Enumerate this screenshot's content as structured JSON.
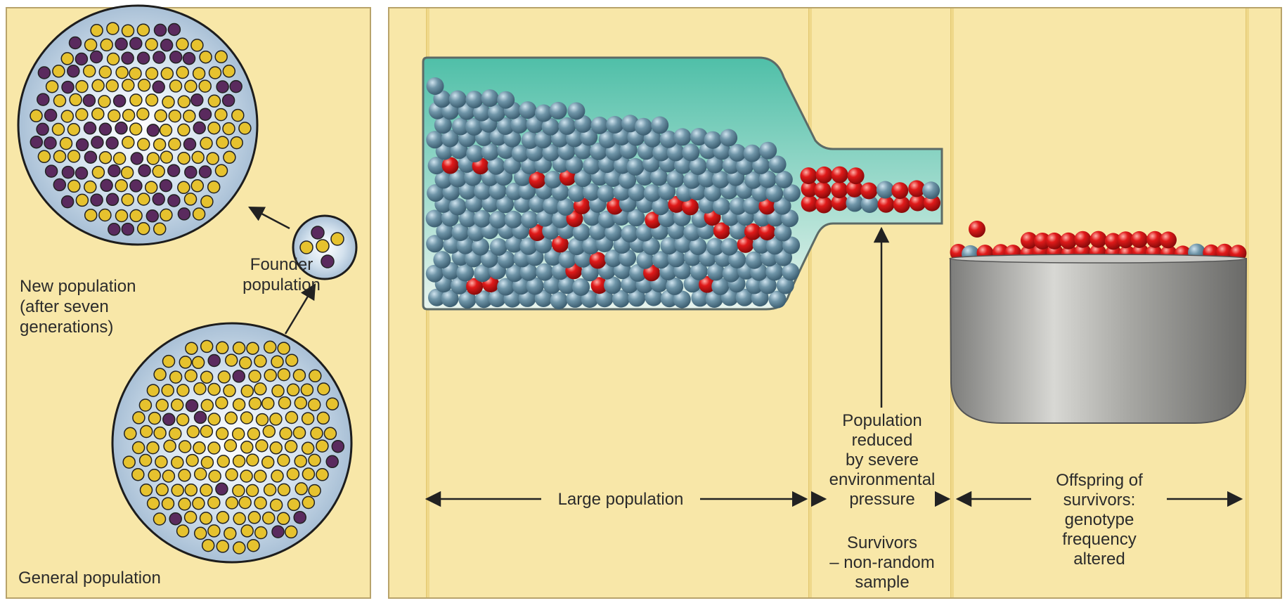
{
  "founder_effect": {
    "new_population_label": "New population\n(after seven\ngenerations)",
    "founder_population_label": "Founder\npopulation",
    "general_population_label": "General population"
  },
  "bottleneck": {
    "large_population_label": "Large population",
    "reduced_label": "Population\nreduced\nby severe\nenvironmental\npressure",
    "survivors_label": "Survivors\n– non-random\nsample",
    "offspring_label": "Offspring of\nsurvivors:\ngenotype\nfrequency\naltered"
  },
  "colors": {
    "panel_bg": "#f8e7a8",
    "yellow_allele": "#e6c22e",
    "purple_allele": "#5a2a5e",
    "gray_bead": "#6f95a8",
    "red_bead": "#e01a1a",
    "bottle_tint": "#7fd0c0",
    "bowl": "#9a9a98"
  }
}
